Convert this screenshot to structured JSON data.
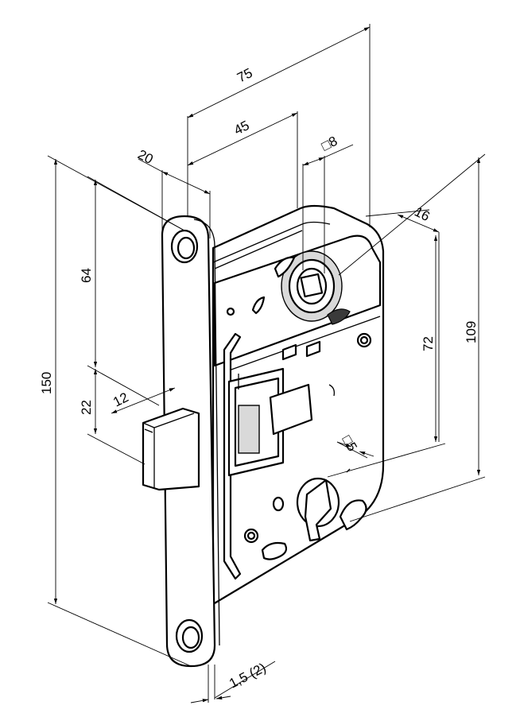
{
  "dimensions": {
    "d75": "75",
    "d45": "45",
    "d20": "20",
    "d8": "□8",
    "d16": "16",
    "d64": "64",
    "d150": "150",
    "d22": "22",
    "d12": "12",
    "d72": "72",
    "d109": "109",
    "d5": "□5",
    "d15": "1,5 (2)"
  }
}
